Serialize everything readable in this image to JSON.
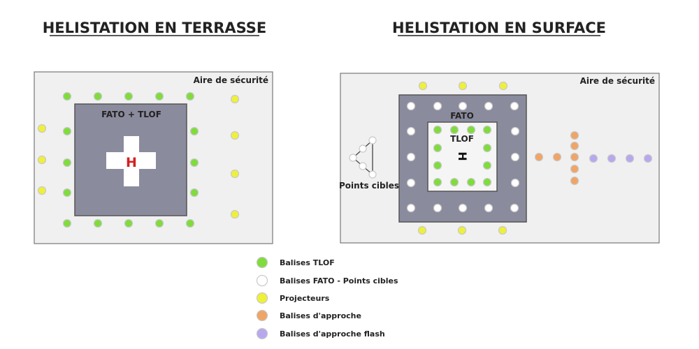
{
  "left_panel": {
    "title": "HELISTATION EN TERRASSE",
    "safety_area_label": "Aire de sécurité",
    "fato_tlof_label": "FATO + TLOF",
    "h_marker": "H"
  },
  "right_panel": {
    "title": "HELISTATION EN SURFACE",
    "safety_area_label": "Aire de sécurité",
    "fato_label": "FATO",
    "tlof_label": "TLOF",
    "h_marker": "H",
    "target_points_label": "Points cibles"
  },
  "legend": [
    {
      "key": "tlof",
      "label": "Balises TLOF"
    },
    {
      "key": "fato",
      "label": "Balises FATO - Points cibles"
    },
    {
      "key": "flood",
      "label": "Projecteurs"
    },
    {
      "key": "approach",
      "label": "Balises d'approche"
    },
    {
      "key": "flash",
      "label": "Balises d'approche flash"
    }
  ],
  "colors": {
    "tlof": "#7fdc3c",
    "fato": "#ffffff",
    "flood": "#eef03a",
    "approach": "#f0a466",
    "flash": "#b7a8ee",
    "light_stroke": "#c9c9c9",
    "safety_area": "#f0f0f0",
    "fato_fill": "#8b8b9e",
    "tlof_fill": "#f5f5f5",
    "h_red": "#d42020"
  }
}
